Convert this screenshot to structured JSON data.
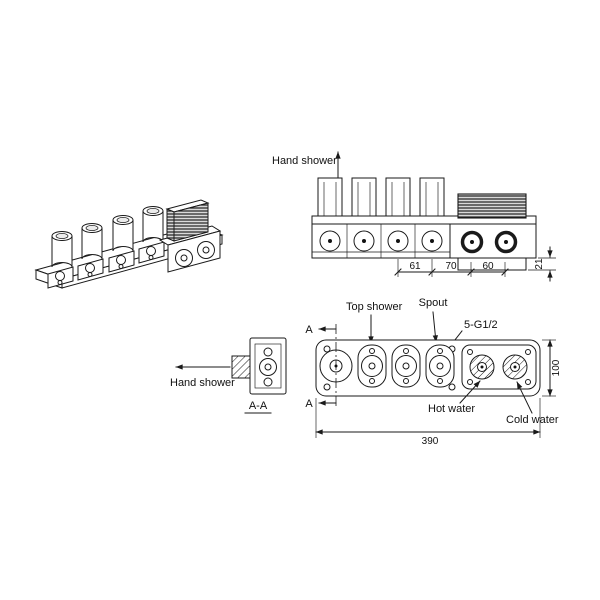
{
  "front_view": {
    "hand_shower": "Hand shower",
    "dim_61": "61",
    "dim_70": "70",
    "dim_60": "60",
    "dim_21": "21"
  },
  "plan_view": {
    "top_shower": "Top shower",
    "spout": "Spout",
    "thread": "5-G1/2",
    "hot_water": "Hot water",
    "cold_water": "Cold water",
    "dim_390": "390",
    "dim_100": "100",
    "section_a_top": "A",
    "section_a_bottom": "A"
  },
  "section_view": {
    "hand_shower": "Hand shower",
    "label": "A-A"
  }
}
